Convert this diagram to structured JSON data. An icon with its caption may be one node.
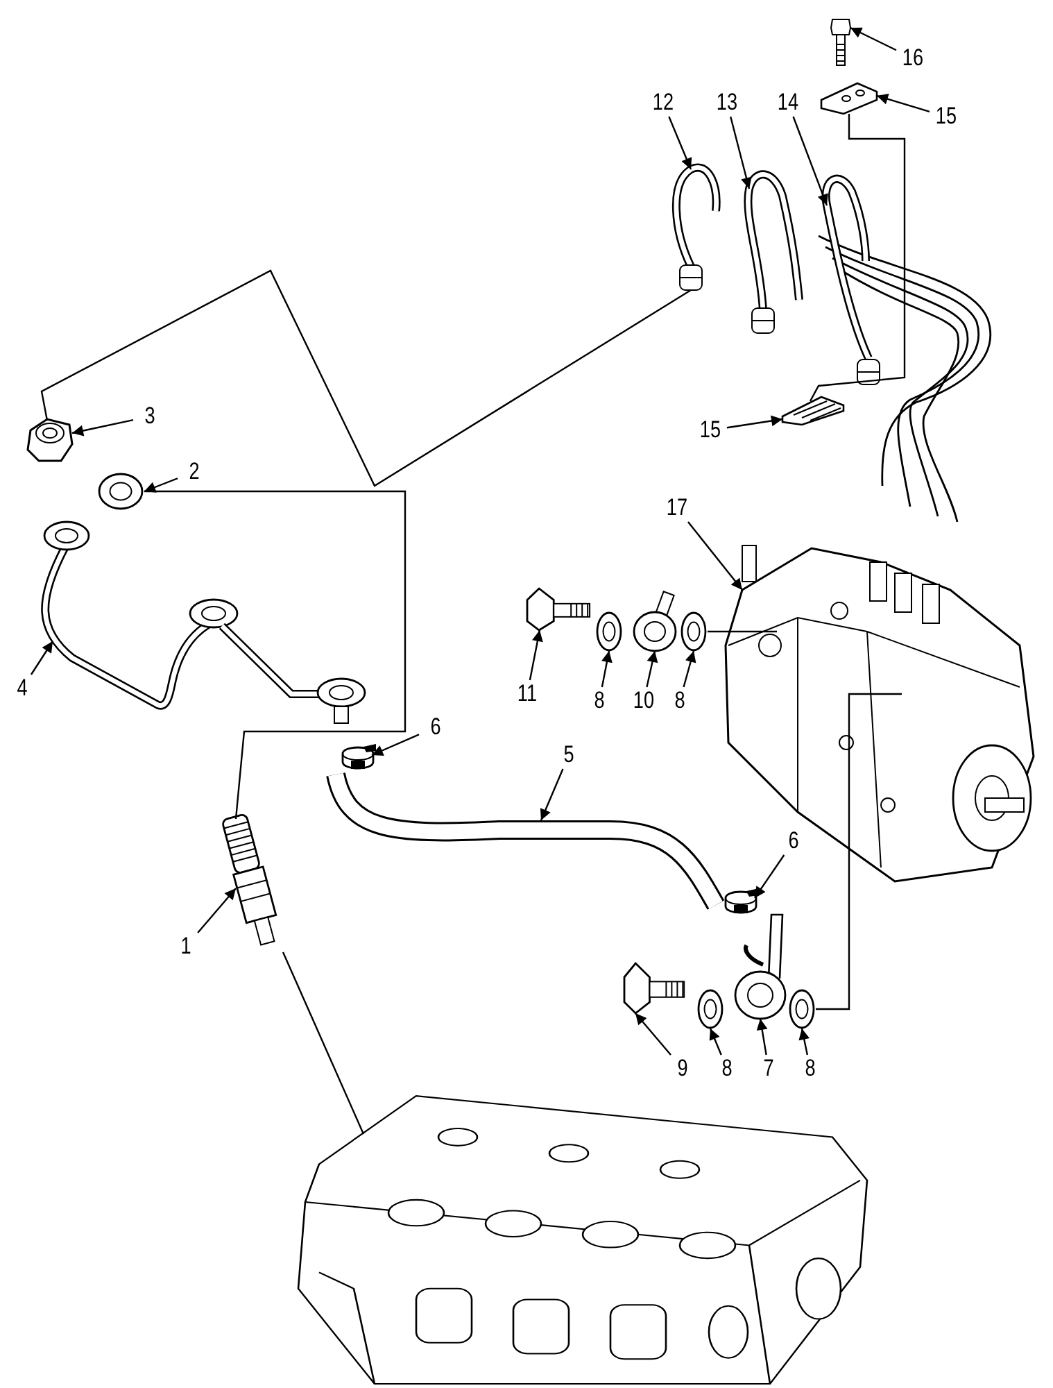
{
  "diagram": {
    "nodes": [
      {
        "text": [
          "16"
        ]
      },
      {
        "text": [],
        "shape": "picture"
      },
      {
        "text": [
          "12"
        ]
      },
      {
        "text": [],
        "shape": "picture"
      },
      {
        "text": [
          "13"
        ]
      },
      {
        "text": [],
        "shape": "picture"
      },
      {
        "text": [
          "14"
        ]
      },
      {
        "text": [],
        "shape": "picture"
      },
      {
        "text": [
          "15"
        ]
      },
      {
        "text": [],
        "shape": "picture"
      },
      {
        "text": [
          "3"
        ]
      },
      {
        "text": [],
        "shape": "picture"
      },
      {
        "text": [
          "15"
        ]
      },
      {
        "text": [],
        "shape": "picture"
      },
      {
        "text": [
          "2"
        ]
      },
      {
        "text": [],
        "shape": "picture"
      },
      {
        "text": [
          "17"
        ]
      },
      {
        "text": [],
        "shape": "picture"
      },
      {
        "text": [
          "4"
        ]
      },
      {
        "text": [],
        "shape": "picture"
      },
      {
        "text": [
          "11"
        ]
      },
      {
        "text": [],
        "shape": "picture"
      },
      {
        "text": [
          "8"
        ]
      },
      {
        "text": [],
        "shape": "picture"
      },
      {
        "text": [
          "10"
        ]
      },
      {
        "text": [],
        "shape": "picture"
      },
      {
        "text": [
          "8"
        ]
      },
      {
        "text": [],
        "shape": "picture"
      },
      {
        "text": [
          "6"
        ]
      },
      {
        "text": [],
        "shape": "picture"
      },
      {
        "text": [
          "5"
        ]
      },
      {
        "text": [],
        "shape": "picture"
      },
      {
        "text": [
          "6"
        ]
      },
      {
        "text": [],
        "shape": "picture"
      },
      {
        "text": [
          "1"
        ]
      },
      {
        "text": [],
        "shape": "picture"
      },
      {
        "text": [
          "9"
        ]
      },
      {
        "text": [],
        "shape": "picture"
      },
      {
        "text": [
          "8"
        ]
      },
      {
        "text": [],
        "shape": "picture"
      },
      {
        "text": [
          "7"
        ]
      },
      {
        "text": [],
        "shape": "picture"
      },
      {
        "text": [
          "8"
        ]
      },
      {
        "text": [],
        "shape": "picture"
      },
      {
        "text": [],
        "shape": "picture"
      }
    ],
    "edges": [
      {
        "from": 0,
        "to": 1,
        "arrow": "to"
      },
      {
        "from": 2,
        "to": 3,
        "arrow": "to"
      },
      {
        "from": 4,
        "to": 5,
        "arrow": "to"
      },
      {
        "from": 6,
        "to": 7,
        "arrow": "to"
      },
      {
        "from": 8,
        "to": 9,
        "arrow": "to"
      },
      {
        "from": 10,
        "to": 11,
        "arrow": "to"
      },
      {
        "from": 12,
        "to": 13,
        "arrow": "to"
      },
      {
        "from": 14,
        "to": 15,
        "arrow": "to"
      },
      {
        "from": 16,
        "to": 17,
        "arrow": "to"
      },
      {
        "from": 18,
        "to": 19,
        "arrow": "to"
      },
      {
        "from": 20,
        "to": 21,
        "arrow": "to"
      },
      {
        "from": 22,
        "to": 23,
        "arrow": "to"
      },
      {
        "from": 24,
        "to": 25,
        "arrow": "to"
      },
      {
        "from": 26,
        "to": 27,
        "arrow": "to"
      },
      {
        "from": 28,
        "to": 29,
        "arrow": "to"
      },
      {
        "from": 30,
        "to": 31,
        "arrow": "to"
      },
      {
        "from": 32,
        "to": 33,
        "arrow": "to"
      },
      {
        "from": 34,
        "to": 35,
        "arrow": "to"
      },
      {
        "from": 36,
        "to": 37,
        "arrow": "to"
      },
      {
        "from": 38,
        "to": 39,
        "arrow": "to"
      },
      {
        "from": 40,
        "to": 41,
        "arrow": "to"
      },
      {
        "from": 42,
        "to": 43,
        "arrow": "to"
      },
      {
        "from": 11,
        "to": 3,
        "arrow": "none"
      },
      {
        "from": 15,
        "to": 35,
        "arrow": "none"
      },
      {
        "from": 35,
        "to": 44,
        "arrow": "none"
      },
      {
        "from": 9,
        "to": 13,
        "arrow": "none"
      },
      {
        "from": 27,
        "to": 17,
        "arrow": "none"
      },
      {
        "from": 43,
        "to": 17,
        "arrow": "none"
      }
    ]
  }
}
